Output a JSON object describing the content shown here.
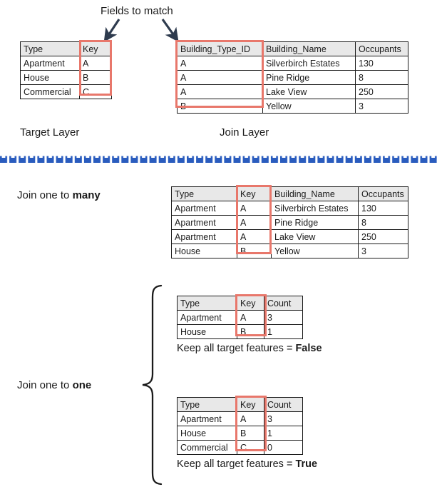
{
  "title": "Join one to many / Join one to one diagram",
  "annotations": {
    "fields_to_match": "Fields to match",
    "target_layer": "Target Layer",
    "join_layer": "Join Layer",
    "join_one_to_many_prefix": "Join one to ",
    "join_one_to_many_emphasis": "many",
    "join_one_to_one_prefix": "Join one to ",
    "join_one_to_one_emphasis": "one",
    "keep_all_prefix": "Keep all target features = ",
    "keep_all_false": "False",
    "keep_all_true": "True"
  },
  "colors": {
    "highlight": "#e8776b",
    "header_bg": "#e8e8e8",
    "border": "#1a1a1a",
    "arrow": "#2e3b4e",
    "divider_blue": "#2a5cbe",
    "text": "#1a1a1a"
  },
  "target_table": {
    "name": "target-layer-table",
    "headers": [
      "Type",
      "Key"
    ],
    "rows": [
      [
        "Apartment",
        "A"
      ],
      [
        "House",
        "B"
      ],
      [
        "Commercial",
        "C"
      ]
    ]
  },
  "join_table": {
    "name": "join-layer-table",
    "headers": [
      "Building_Type_ID",
      "Building_Name",
      "Occupants"
    ],
    "rows": [
      [
        "A",
        "Silverbirch Estates",
        "130"
      ],
      [
        "A",
        "Pine Ridge",
        "8"
      ],
      [
        "A",
        "Lake View",
        "250"
      ],
      [
        "B",
        "Yellow",
        "3"
      ]
    ]
  },
  "one_to_many_table": {
    "name": "one-to-many-result-table",
    "headers": [
      "Type",
      "Key",
      "Building_Name",
      "Occupants"
    ],
    "rows": [
      [
        "Apartment",
        "A",
        "Silverbirch Estates",
        "130"
      ],
      [
        "Apartment",
        "A",
        "Pine Ridge",
        "8"
      ],
      [
        "Apartment",
        "A",
        "Lake View",
        "250"
      ],
      [
        "House",
        "B",
        "Yellow",
        "3"
      ]
    ]
  },
  "one_to_one_false_table": {
    "name": "one-to-one-keep-false-table",
    "headers": [
      "Type",
      "Key",
      "Count"
    ],
    "rows": [
      [
        "Apartment",
        "A",
        "3"
      ],
      [
        "House",
        "B",
        "1"
      ]
    ]
  },
  "one_to_one_true_table": {
    "name": "one-to-one-keep-true-table",
    "headers": [
      "Type",
      "Key",
      "Count"
    ],
    "rows": [
      [
        "Apartment",
        "A",
        "3"
      ],
      [
        "House",
        "B",
        "1"
      ],
      [
        "Commercial",
        "C",
        "0"
      ]
    ]
  },
  "icons": {
    "arrow_left": "arrow-down-left-icon",
    "arrow_right": "arrow-down-right-icon",
    "divider": "dashed-divider-icon",
    "brace": "curly-brace-icon"
  }
}
